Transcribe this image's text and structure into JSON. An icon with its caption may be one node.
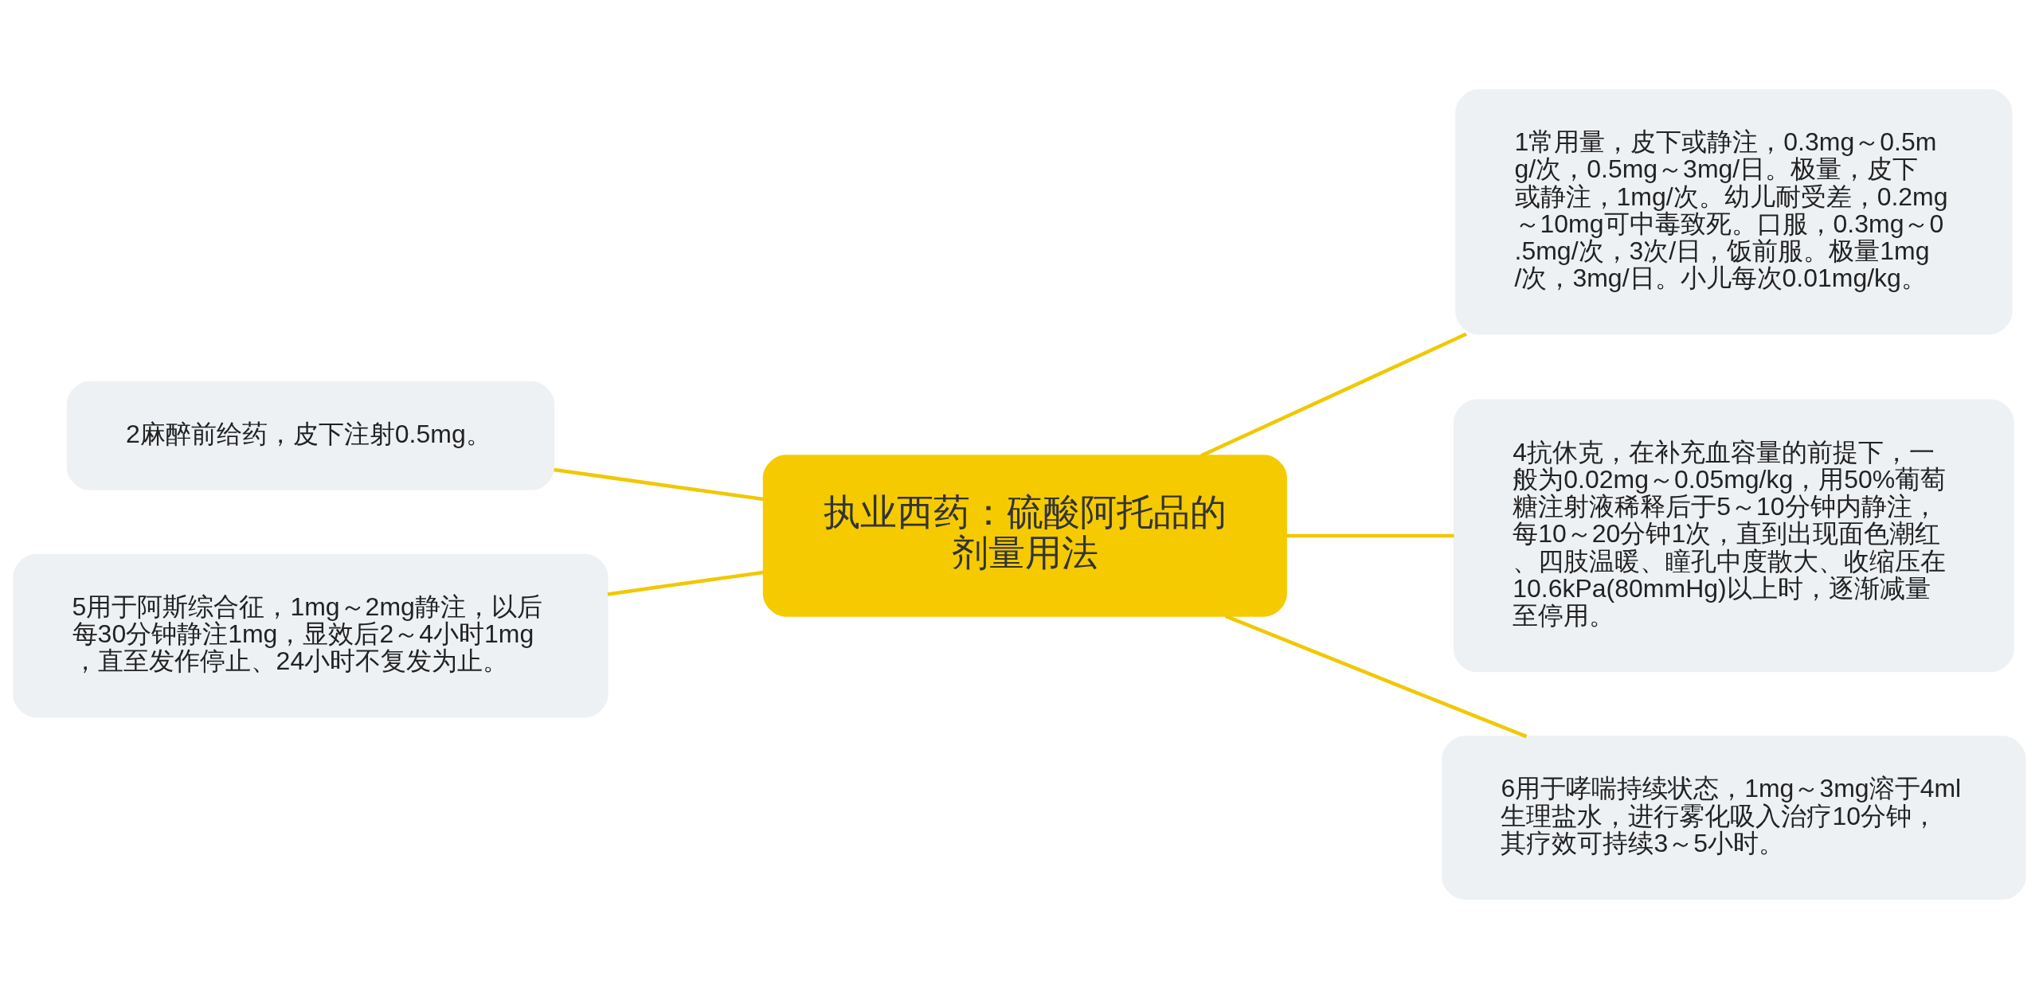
{
  "diagram": {
    "nodes": [
      {
        "text": [
          "执业西药：硫酸阿托品的剂量用法"
        ]
      },
      {
        "text": [
          "1常用量，皮下或静注，0.3mg～0.5mg/次，0.5mg～3mg/日。极量，皮下或静注，1mg/次。幼儿耐受差，0.2mg～10mg可中毒致死。口服，0.3mg～0.5mg/次，3次/日，饭前服。极量1mg/次，3mg/日。小儿每次0.01mg/kg。"
        ]
      },
      {
        "text": [
          "2麻醉前给药，皮下注射0.5mg。"
        ]
      },
      {
        "text": [
          "4抗休克，在补充血容量的前提下，一般为0.02mg～0.05mg/kg，用50%葡萄糖注射液稀释后于5～10分钟内静注，每10～20分钟1次，直到出现面色潮红、四肢温暖、瞳孔中度散大、收缩压在10.6kPa(80mmHg)以上时，逐渐减量至停用。"
        ]
      },
      {
        "text": [
          "5用于阿斯综合征，1mg～2mg静注，以后每30分钟静注1mg，显效后2～4小时1mg，直至发作停止、24小时不复发为止。"
        ]
      },
      {
        "text": [
          "6用于哮喘持续状态，1mg～3mg溶于4ml生理盐水，进行雾化吸入治疗10分钟，其疗效可持续3～5小时。"
        ]
      }
    ],
    "edges": [
      {
        "from": 0,
        "to": 1,
        "arrow": "none"
      },
      {
        "from": 2,
        "to": 0,
        "arrow": "none"
      },
      {
        "from": 0,
        "to": 3,
        "arrow": "none"
      },
      {
        "from": 4,
        "to": 0,
        "arrow": "none"
      },
      {
        "from": 0,
        "to": 5,
        "arrow": "none"
      }
    ]
  }
}
